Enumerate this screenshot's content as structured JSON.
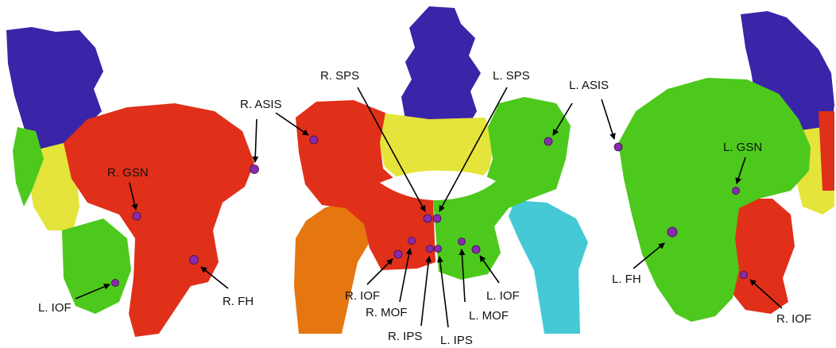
{
  "colors": {
    "spine": "#3a24a8",
    "sacrum": "#e5e43a",
    "right_hip": "#e0301a",
    "left_hip": "#4cc91c",
    "right_femur": "#e6760f",
    "left_femur": "#45c9d6",
    "landmark": "#8a2ab0"
  },
  "labels": {
    "right_view": {
      "r_asis": "R. ASIS",
      "r_gsn": "R. GSN",
      "r_fh": "R. FH",
      "l_iof": "L. IOF"
    },
    "front_view": {
      "r_sps": "R. SPS",
      "l_sps": "L. SPS",
      "r_iof": "R. IOF",
      "r_mof": "R. MOF",
      "r_ips": "R. IPS",
      "l_ips": "L. IPS",
      "l_mof": "L. MOF",
      "l_iof": "L. IOF"
    },
    "left_view": {
      "l_asis": "L. ASIS",
      "l_gsn": "L. GSN",
      "l_fh": "L. FH",
      "r_iof": "R. IOF"
    }
  }
}
